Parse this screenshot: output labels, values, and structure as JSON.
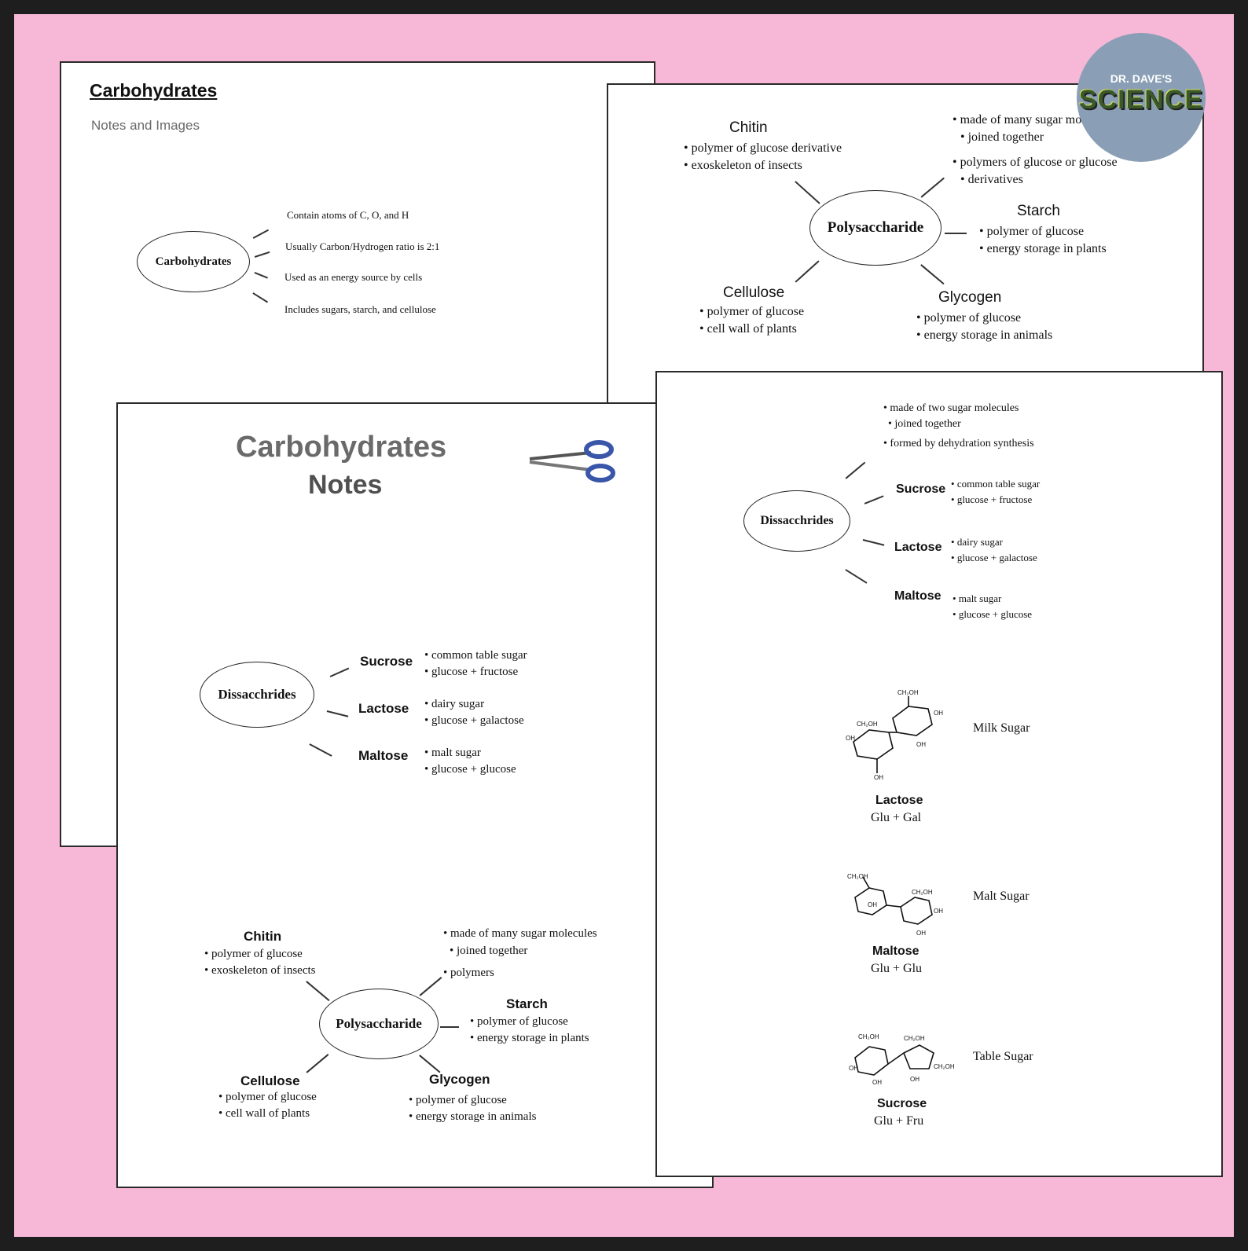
{
  "page1": {
    "title": "Carbohydrates",
    "subtitle": "Notes and Images",
    "center": "Carbohydrates",
    "items": [
      "Contain atoms of C, O, and H",
      "Usually Carbon/Hydrogen ratio is 2:1",
      "Used as an energy source by cells",
      "Includes sugars, starch, and cellulose"
    ]
  },
  "page2": {
    "center": "Polysaccharide",
    "chitin": {
      "title": "Chitin",
      "items": [
        "polymer of glucose derivative",
        "exoskeleton of insects"
      ]
    },
    "top_items": [
      "made of many sugar molecules",
      "joined together",
      "polymers of glucose or glucose",
      "derivatives"
    ],
    "starch": {
      "title": "Starch",
      "items": [
        "polymer of glucose",
        "energy storage in plants"
      ]
    },
    "cellulose": {
      "title": "Cellulose",
      "items": [
        "polymer of glucose",
        "cell wall of plants"
      ]
    },
    "glycogen": {
      "title": "Glycogen",
      "items": [
        "polymer of glucose",
        "energy storage in animals"
      ]
    }
  },
  "logo": {
    "top": "DR. DAVE'S",
    "main": "SCIENCE"
  },
  "page3": {
    "title_line1": "Carbohydrates",
    "title_line2": "Notes",
    "scissors_icon": "scissors-icon",
    "dis_center": "Dissacchrides",
    "sucrose": {
      "title": "Sucrose",
      "items": [
        "common table sugar",
        "glucose + fructose"
      ]
    },
    "lactose": {
      "title": "Lactose",
      "items": [
        "dairy sugar",
        "glucose + galactose"
      ]
    },
    "maltose": {
      "title": "Maltose",
      "items": [
        "malt sugar",
        "glucose + glucose"
      ]
    },
    "poly_center": "Polysaccharide",
    "chitin": {
      "title": "Chitin",
      "items": [
        "polymer of glucose",
        "exoskeleton of insects"
      ]
    },
    "top_items": [
      "made of many sugar molecules",
      "joined together",
      "polymers"
    ],
    "starch": {
      "title": "Starch",
      "items": [
        "polymer of glucose",
        "energy storage in plants"
      ]
    },
    "cellulose": {
      "title": "Cellulose",
      "items": [
        "polymer of glucose",
        "cell wall of plants"
      ]
    },
    "glycogen": {
      "title": "Glycogen",
      "items": [
        "polymer of glucose",
        "energy storage in animals"
      ]
    }
  },
  "page4": {
    "top_items": [
      "made of two sugar molecules",
      "joined together",
      "formed by dehydration synthesis"
    ],
    "dis_center": "Dissacchrides",
    "sucrose": {
      "title": "Sucrose",
      "items": [
        "common table sugar",
        "glucose + fructose"
      ]
    },
    "lactose": {
      "title": "Lactose",
      "items": [
        "dairy sugar",
        "glucose + galactose"
      ]
    },
    "maltose": {
      "title": "Maltose",
      "items": [
        "malt sugar",
        "glucose + glucose"
      ]
    },
    "molecules": [
      {
        "name": "Lactose",
        "formula": "Glu + Gal",
        "caption": "Milk Sugar"
      },
      {
        "name": "Maltose",
        "formula": "Glu + Glu",
        "caption": "Malt Sugar"
      },
      {
        "name": "Sucrose",
        "formula": "Glu + Fru",
        "caption": "Table Sugar"
      }
    ]
  }
}
